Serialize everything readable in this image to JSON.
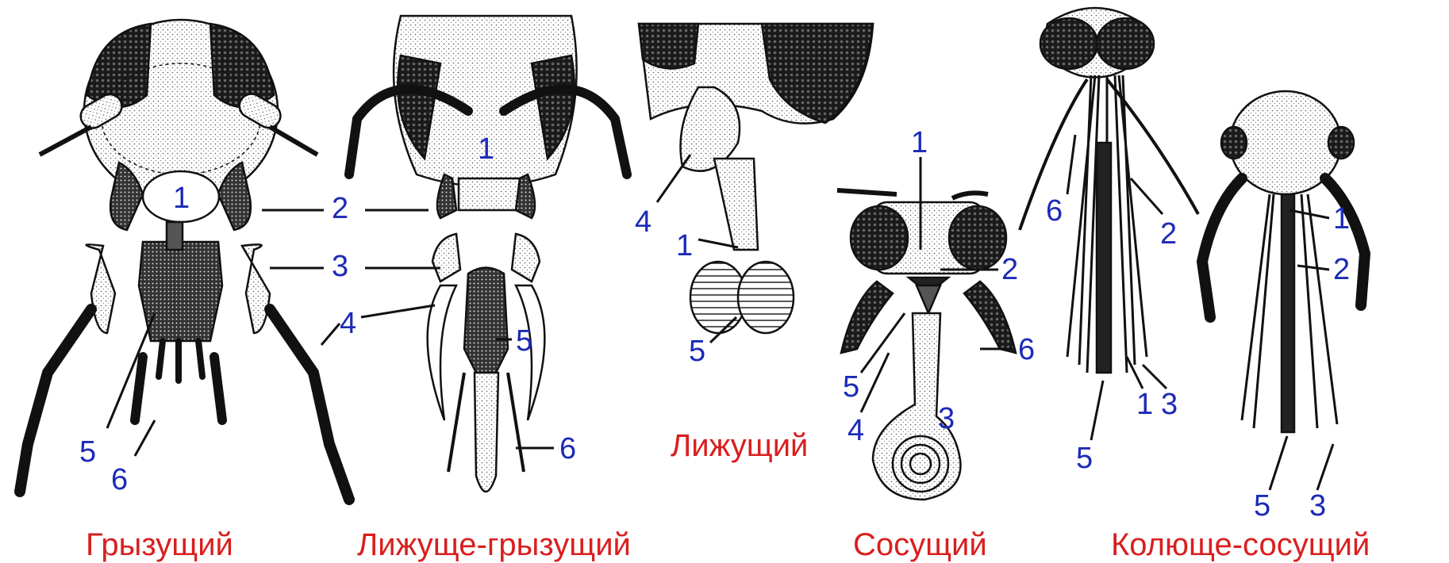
{
  "colors": {
    "caption": "#d91f1f",
    "number": "#1c2ab8",
    "drawing": "#111111"
  },
  "captions": {
    "chewing": "Грызущий",
    "chewing_lapping": "Лижуще-грызущий",
    "lapping": "Лижущий",
    "sucking": "Сосущий",
    "piercing_sucking": "Колюще-сосущий"
  },
  "labels": {
    "chewing": [
      "1",
      "2",
      "3",
      "4",
      "5",
      "6"
    ],
    "chewing_lapping": [
      "1",
      "5",
      "6"
    ],
    "lapping": [
      "4",
      "1",
      "5"
    ],
    "sucking": [
      "1",
      "2",
      "6",
      "5",
      "4",
      "3"
    ],
    "piercing_sucking": [
      "6",
      "2",
      "1",
      "3",
      "5"
    ],
    "piercing_sucking_small": [
      "1",
      "2",
      "5",
      "3"
    ]
  }
}
